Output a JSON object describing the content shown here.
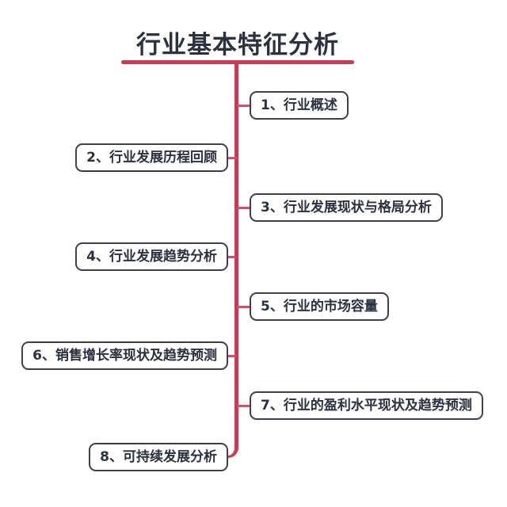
{
  "header": {
    "title": "行业基本特征分析"
  },
  "colors": {
    "accent_red": "#c93b54",
    "text_dark": "#2b3140",
    "node_border": "#3d4049",
    "node_background": "#ffffff",
    "page_background": "#ffffff"
  },
  "mindmap": {
    "type": "vertical-tree",
    "nodes": [
      {
        "label": "1、行业概述",
        "side": "right"
      },
      {
        "label": "2、行业发展历程回顾",
        "side": "left"
      },
      {
        "label": "3、行业发展现状与格局分析",
        "side": "right"
      },
      {
        "label": "4、行业发展趋势分析",
        "side": "left"
      },
      {
        "label": "5、行业的市场容量",
        "side": "right"
      },
      {
        "label": "6、销售增长率现状及趋势预测",
        "side": "left"
      },
      {
        "label": "7、行业的盈利水平现状及趋势预测",
        "side": "right"
      },
      {
        "label": "8、可持续发展分析",
        "side": "left"
      }
    ]
  }
}
